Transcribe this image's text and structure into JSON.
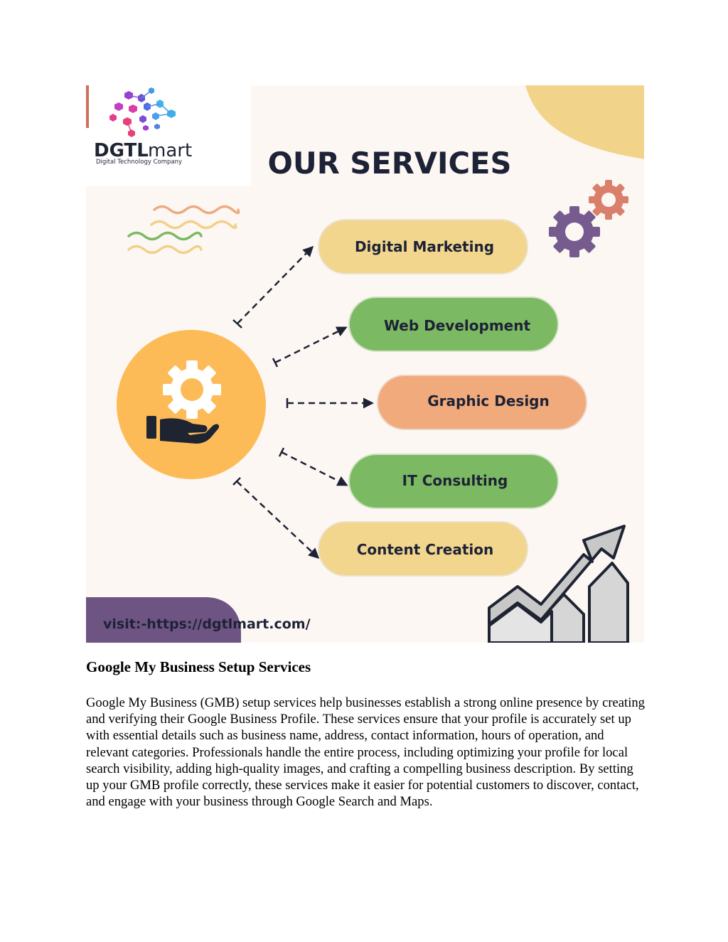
{
  "poster": {
    "logo": {
      "brand_bold": "DGTL",
      "brand_light": "mart",
      "tagline": "Digital Technology Company"
    },
    "title": "OUR SERVICES",
    "services": [
      {
        "label": "Digital Marketing",
        "color": "#f2d68e"
      },
      {
        "label": "Web Development",
        "color": "#7cb963"
      },
      {
        "label": "Graphic Design",
        "color": "#f1aa7b"
      },
      {
        "label": "IT Consulting",
        "color": "#7cb963"
      },
      {
        "label": "Content Creation",
        "color": "#f2d68e"
      }
    ],
    "footer_url": "visit:-https://dgtlmart.com/",
    "icons": [
      "gear-hand-icon",
      "gears-icon",
      "growth-arrow-icon",
      "wavy-lines-icon"
    ],
    "colors": {
      "background": "#fcf7f3",
      "circle": "#fdbb57",
      "blob": "#f1d48a",
      "footer": "#6e5483",
      "gear_purple": "#765b8e",
      "gear_orange": "#d97f6b"
    }
  },
  "article": {
    "heading": "Google My Business Setup Services",
    "body": "Google My Business (GMB) setup services help businesses establish a strong online presence by creating and verifying their Google Business Profile. These services ensure that your profile is accurately set up with essential details such as business name, address, contact information, hours of operation, and relevant categories. Professionals handle the entire process, including optimizing your profile for local search visibility, adding high-quality images, and crafting a compelling business description. By setting up your GMB profile correctly, these services make it easier for potential customers to discover, contact, and engage with your business through Google Search and Maps."
  }
}
